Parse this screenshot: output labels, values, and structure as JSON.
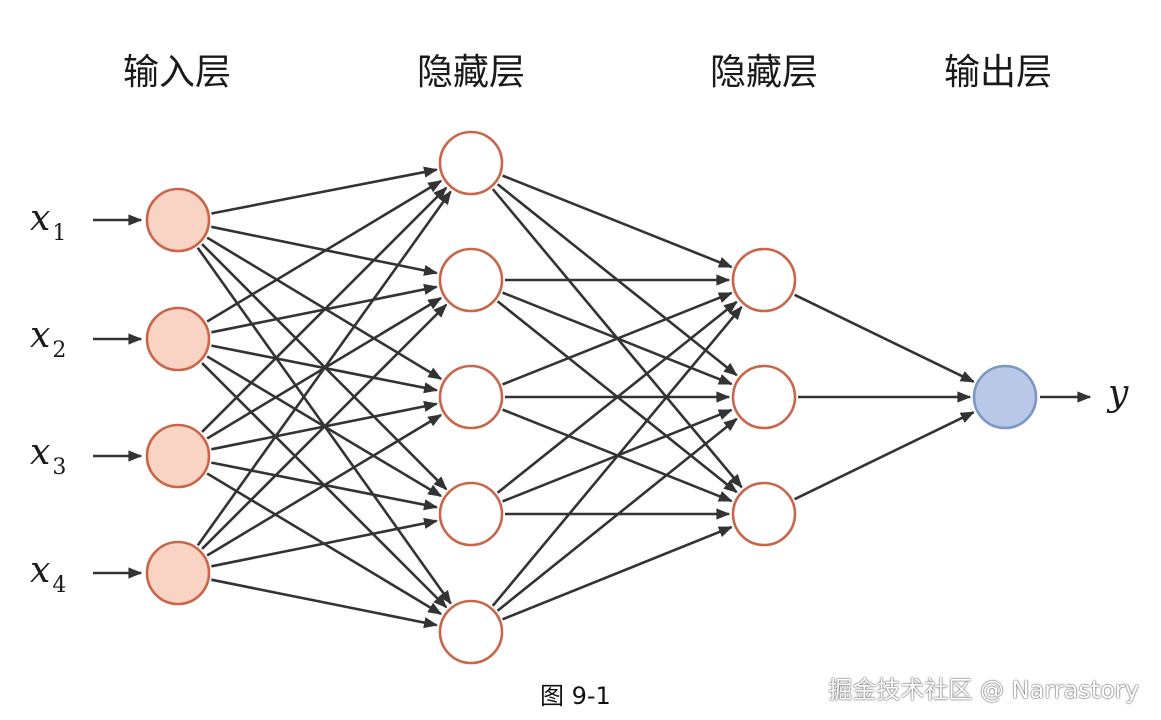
{
  "diagram": {
    "layer_titles": [
      "输入层",
      "隐藏层",
      "隐藏层",
      "输出层"
    ],
    "inputs": [
      {
        "var": "x",
        "sub": "1"
      },
      {
        "var": "x",
        "sub": "2"
      },
      {
        "var": "x",
        "sub": "3"
      },
      {
        "var": "x",
        "sub": "4"
      }
    ],
    "output": {
      "var": "y"
    },
    "layer_sizes": [
      4,
      5,
      3,
      1
    ],
    "colors": {
      "node_stroke": "#c9664a",
      "input_fill": "#f9d3c3",
      "hidden_fill": "#ffffff",
      "output_fill": "#b8c8e6",
      "output_stroke": "#7b97c8",
      "edge": "#333333"
    }
  },
  "caption": "图 9-1",
  "watermark": "掘金技术社区 @ Narrastory"
}
